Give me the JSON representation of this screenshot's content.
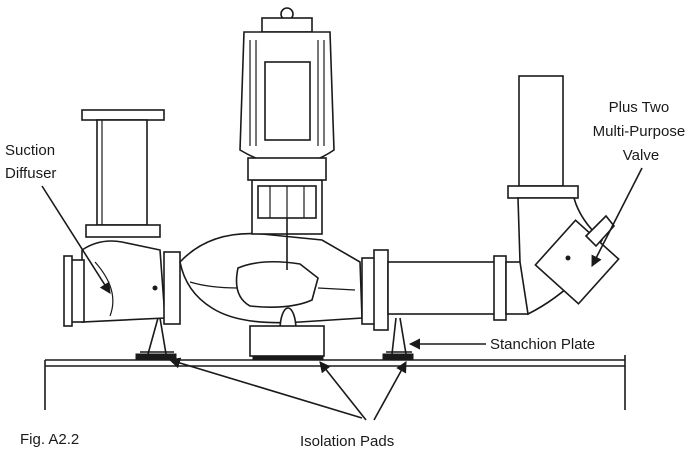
{
  "labels": {
    "suction_diffuser": [
      "Suction",
      "Diffuser"
    ],
    "valve": [
      "Plus Two",
      "Multi-Purpose",
      "Valve"
    ],
    "stanchion_plate": "Stanchion Plate",
    "isolation_pads": "Isolation Pads",
    "figure": "Fig. A2.2"
  },
  "colors": {
    "ink": "#1a1a1a",
    "background": "#ffffff"
  }
}
